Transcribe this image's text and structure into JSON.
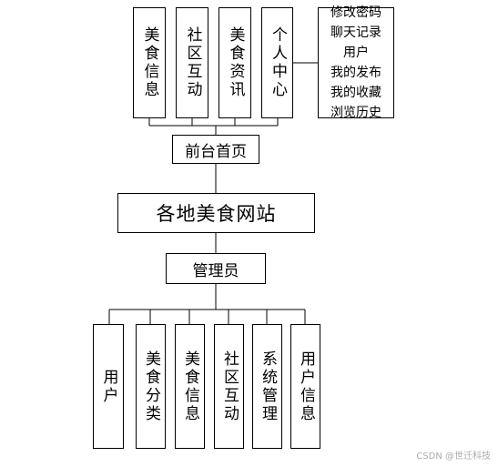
{
  "diagram": {
    "root": "各地美食网站",
    "front": {
      "label": "前台首页",
      "modules": [
        "美食信息",
        "社区互动",
        "美食资讯",
        "个人中心"
      ],
      "personal_items": [
        "修改密码",
        "聊天记录",
        "用户",
        "我的发布",
        "我的收藏",
        "浏览历史"
      ]
    },
    "admin": {
      "label": "管理员",
      "modules": [
        "用户",
        "美食分类",
        "美食信息",
        "社区互动",
        "系统管理",
        "用户信息"
      ]
    }
  },
  "watermark": "CSDN @世迁科技"
}
